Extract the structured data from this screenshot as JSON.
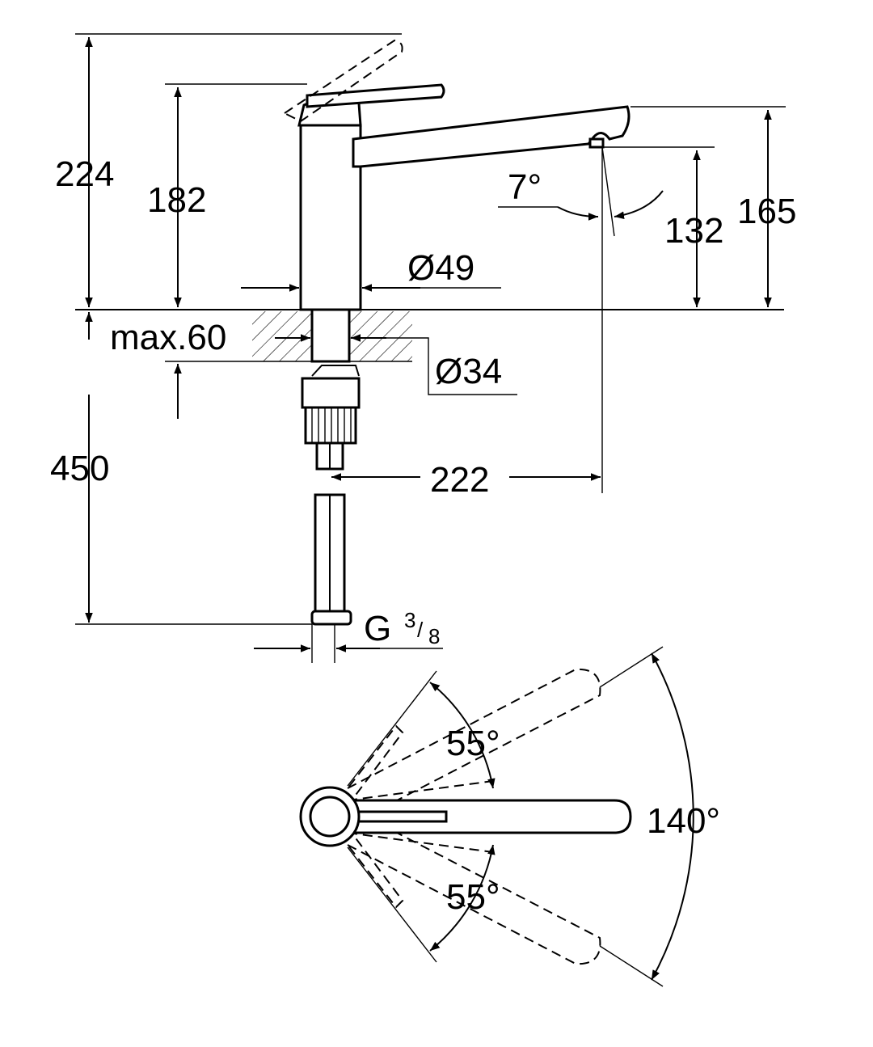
{
  "drawing": {
    "dimensions": {
      "total_height": "224",
      "lever_height": "182",
      "spout_height": "165",
      "outlet_height": "132",
      "spout_angle": "7°",
      "body_diameter": "Ø49",
      "counter_thickness": "max.60",
      "shank_diameter": "Ø34",
      "hose_length": "450",
      "spout_reach": "222",
      "connection_thread": "G",
      "connection_size_num": "3",
      "connection_size_den": "8",
      "swivel_total": "140°",
      "swivel_upper": "55°",
      "swivel_lower": "55°"
    }
  }
}
